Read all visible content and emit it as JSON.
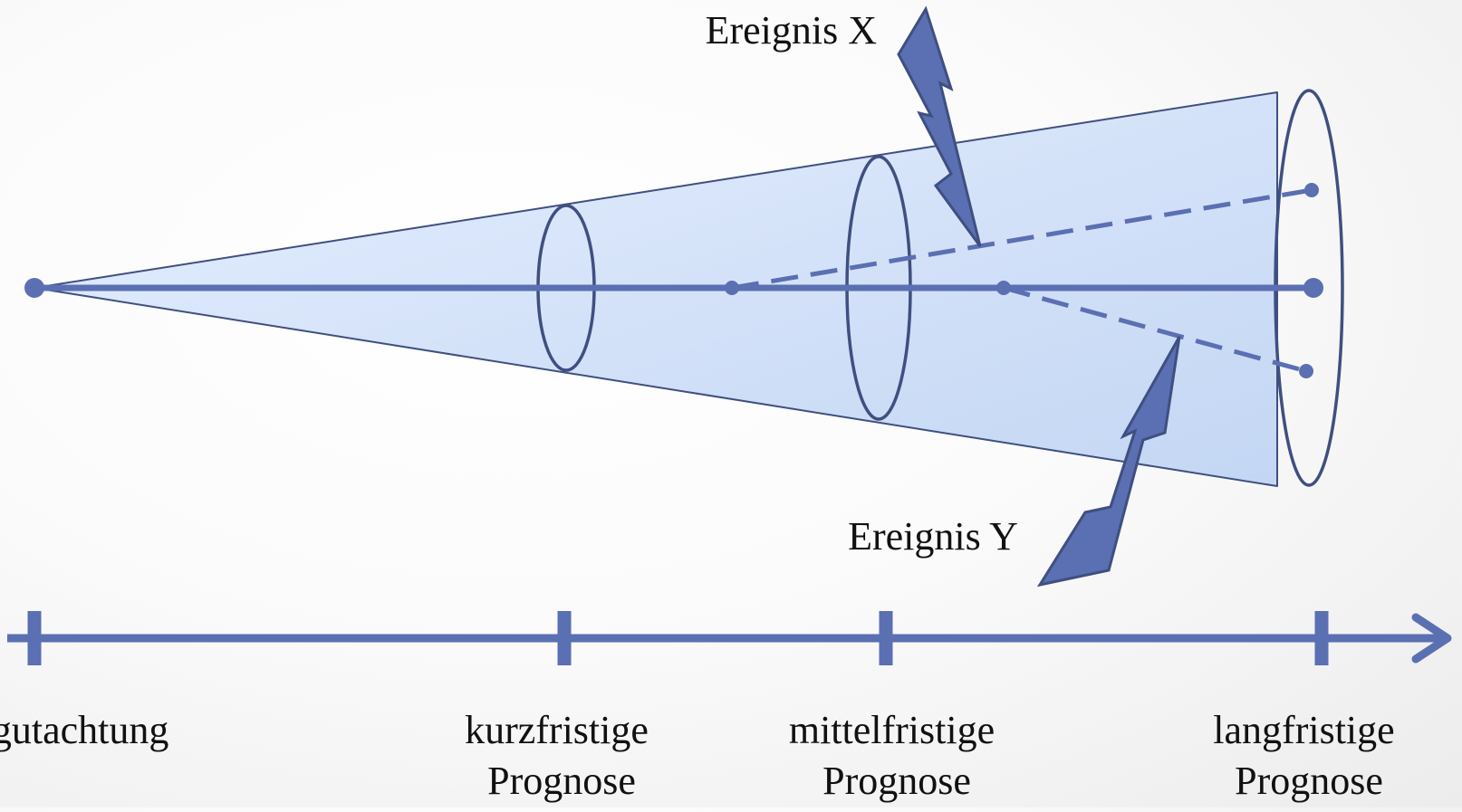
{
  "diagram": {
    "events": {
      "x": {
        "label": "Ereignis X"
      },
      "y": {
        "label": "Ereignis Y"
      }
    },
    "timeline": {
      "ticks": [
        {
          "id": "start",
          "lines": [
            "Begutachtung"
          ]
        },
        {
          "id": "short",
          "lines": [
            "kurzfristige",
            "Prognose"
          ]
        },
        {
          "id": "mid",
          "lines": [
            "mittelfristige",
            "Prognose"
          ]
        },
        {
          "id": "long",
          "lines": [
            "langfristige",
            "Prognose"
          ]
        }
      ]
    },
    "colors": {
      "accent": "#5b6fb3",
      "stroke": "#3f4f80",
      "cone_fill_light": "#e6efff",
      "cone_fill_dark": "#c9dbf6",
      "text": "#111111"
    }
  }
}
